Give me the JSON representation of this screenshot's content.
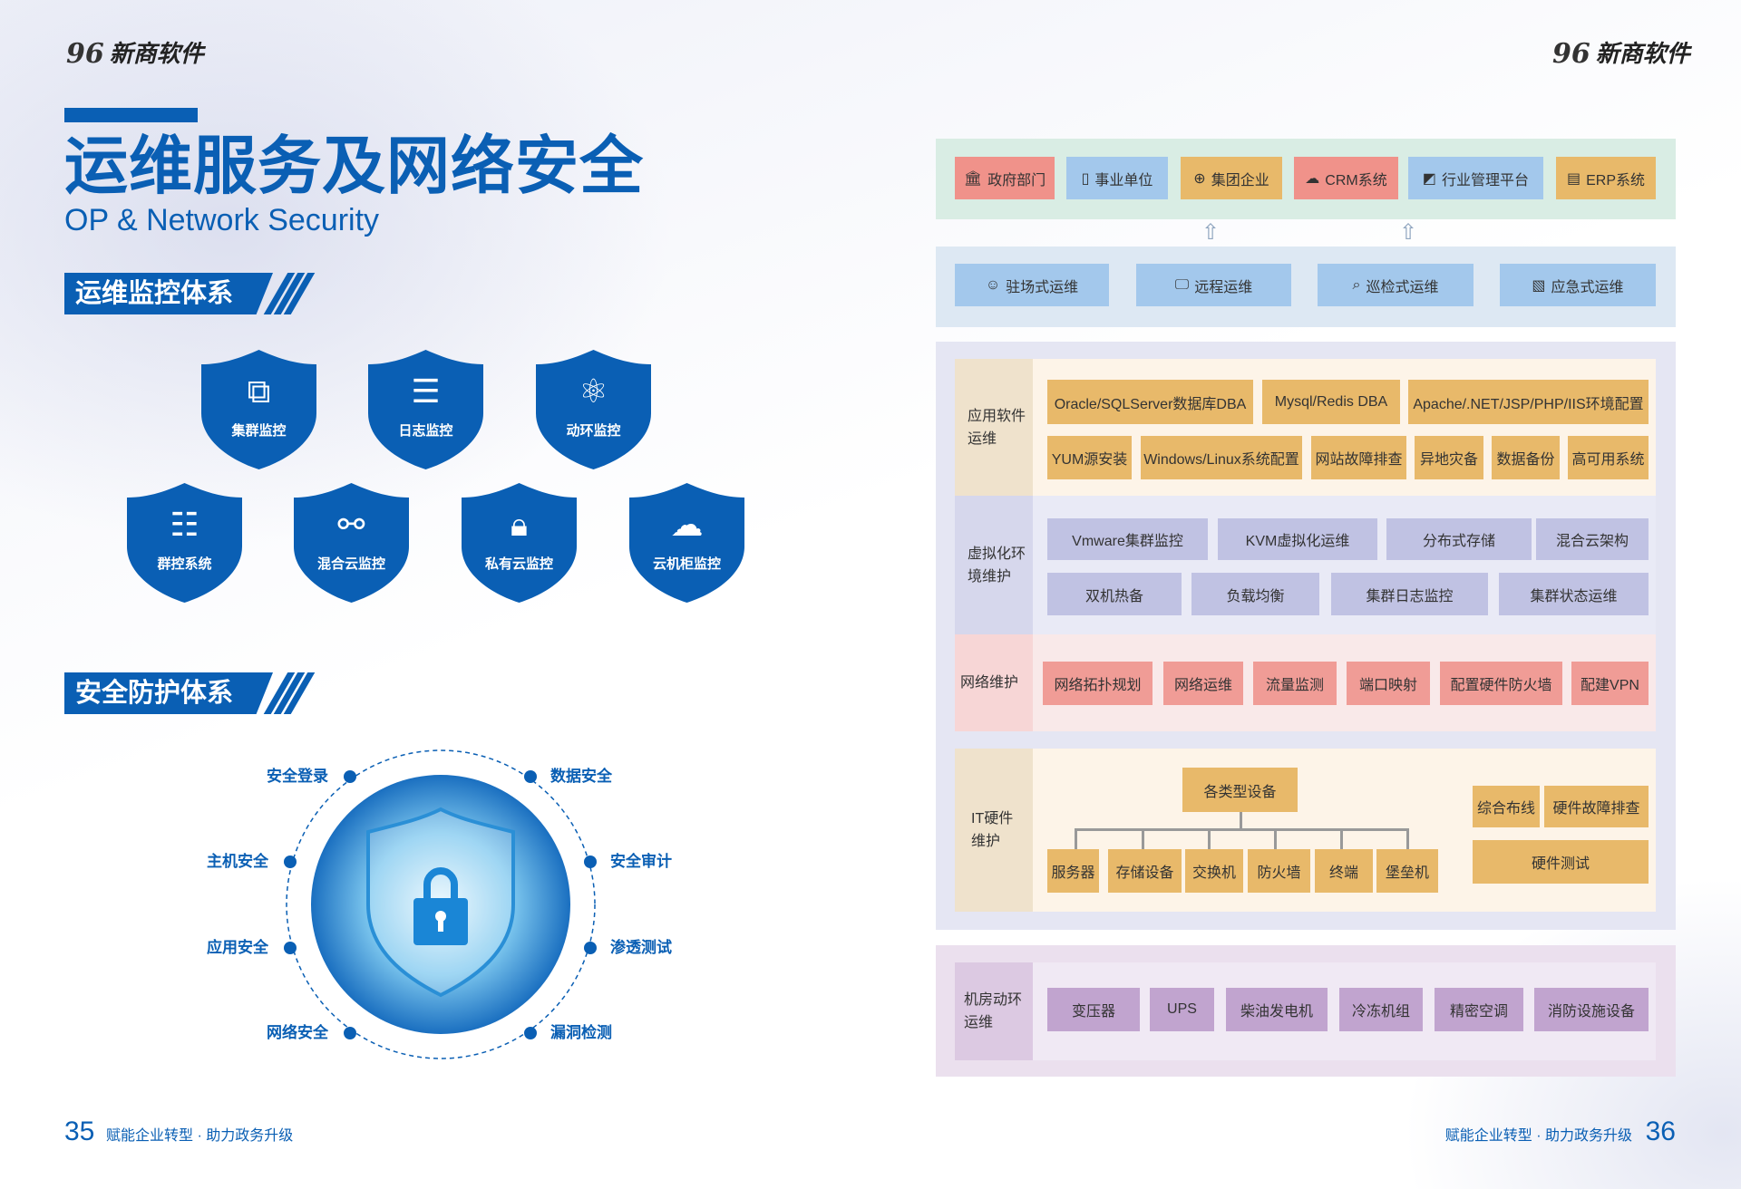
{
  "logo": {
    "mark": "96",
    "name": "新商软件"
  },
  "left": {
    "title": "运维服务及网络安全",
    "subtitle": "OP & Network Security",
    "section1": "运维监控体系",
    "monitor": [
      {
        "label": "集群监控",
        "icon": "sitemap-icon"
      },
      {
        "label": "日志监控",
        "icon": "document-icon"
      },
      {
        "label": "动环监控",
        "icon": "atom-icon"
      },
      {
        "label": "群控系统",
        "icon": "sliders-icon"
      },
      {
        "label": "混合云监控",
        "icon": "nodes-icon"
      },
      {
        "label": "私有云监控",
        "icon": "lock-icon"
      },
      {
        "label": "云机柜监控",
        "icon": "cloud-network-icon"
      }
    ],
    "section2": "安全防护体系",
    "security": [
      "安全登录",
      "数据安全",
      "主机安全",
      "安全审计",
      "应用安全",
      "渗透测试",
      "网络安全",
      "漏洞检测"
    ],
    "page_num": "35",
    "slogan": "赋能企业转型 · 助力政务升级"
  },
  "right": {
    "clients": [
      {
        "label": "政府部门",
        "icon": "bank-icon"
      },
      {
        "label": "事业单位",
        "icon": "building-icon"
      },
      {
        "label": "集团企业",
        "icon": "globe-icon"
      },
      {
        "label": "CRM系统",
        "icon": "crm-cloud-icon"
      },
      {
        "label": "行业管理平台",
        "icon": "chart-icon"
      },
      {
        "label": "ERP系统",
        "icon": "erp-icon"
      }
    ],
    "modes": [
      {
        "label": "驻场式运维",
        "icon": "user-icon"
      },
      {
        "label": "远程运维",
        "icon": "remote-desktop-icon"
      },
      {
        "label": "巡检式运维",
        "icon": "inspect-icon"
      },
      {
        "label": "应急式运维",
        "icon": "emergency-icon"
      }
    ],
    "app": {
      "label": "应用软件运维",
      "row1": [
        "Oracle/SQLServer数据库DBA",
        "Mysql/Redis DBA",
        "Apache/.NET/JSP/PHP/IIS环境配置"
      ],
      "row2": [
        "YUM源安装",
        "Windows/Linux系统配置",
        "网站故障排查",
        "异地灾备",
        "数据备份",
        "高可用系统"
      ]
    },
    "virt": {
      "label": "虚拟化环境维护",
      "row1": [
        "Vmware集群监控",
        "KVM虚拟化运维",
        "分布式存储",
        "混合云架构"
      ],
      "row2": [
        "双机热备",
        "负载均衡",
        "集群日志监控",
        "集群状态运维"
      ]
    },
    "net": {
      "label": "网络维护",
      "items": [
        "网络拓扑规划",
        "网络运维",
        "流量监测",
        "端口映射",
        "配置硬件防火墙",
        "配建VPN"
      ]
    },
    "it": {
      "label": "IT硬件维护",
      "root": "各类型设备",
      "children": [
        "服务器",
        "存储设备",
        "交换机",
        "防火墙",
        "终端",
        "堡垒机"
      ],
      "side": [
        "综合布线",
        "硬件故障排查",
        "硬件测试"
      ]
    },
    "room": {
      "label": "机房动环运维",
      "items": [
        "变压器",
        "UPS",
        "柴油发电机",
        "冷冻机组",
        "精密空调",
        "消防设施设备"
      ]
    },
    "page_num": "36",
    "slogan": "赋能企业转型 · 助力政务升级"
  }
}
